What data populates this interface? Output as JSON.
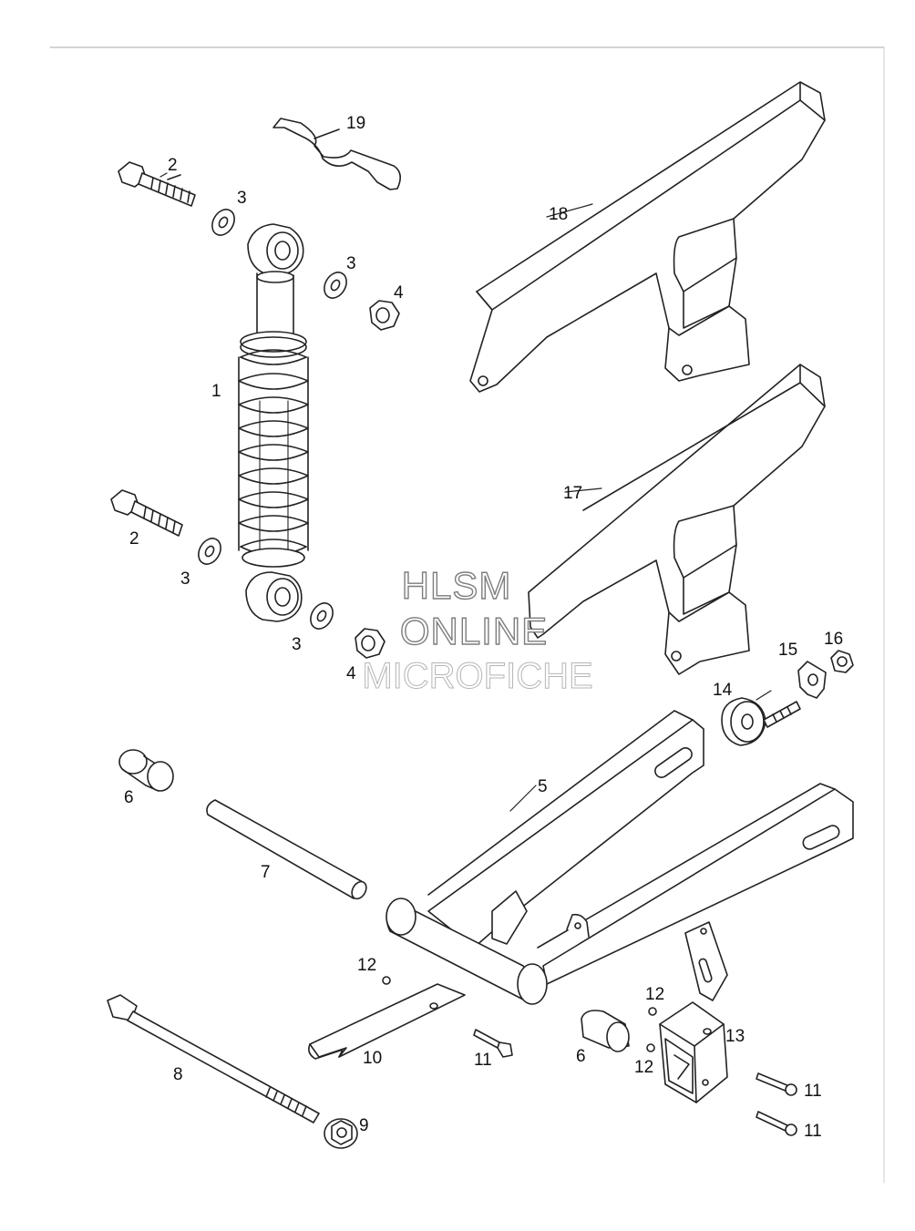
{
  "diagram": {
    "callouts": [
      {
        "id": "c19",
        "text": "19"
      },
      {
        "id": "c2a",
        "text": "2"
      },
      {
        "id": "c3a",
        "text": "3"
      },
      {
        "id": "c18",
        "text": "18"
      },
      {
        "id": "c3b",
        "text": "3"
      },
      {
        "id": "c4a",
        "text": "4"
      },
      {
        "id": "c1",
        "text": "1"
      },
      {
        "id": "c17",
        "text": "17"
      },
      {
        "id": "c2b",
        "text": "2"
      },
      {
        "id": "c3c",
        "text": "3"
      },
      {
        "id": "c3d",
        "text": "3"
      },
      {
        "id": "c4b",
        "text": "4"
      },
      {
        "id": "c15",
        "text": "15"
      },
      {
        "id": "c16",
        "text": "16"
      },
      {
        "id": "c14",
        "text": "14"
      },
      {
        "id": "c6a",
        "text": "6"
      },
      {
        "id": "c5",
        "text": "5"
      },
      {
        "id": "c7",
        "text": "7"
      },
      {
        "id": "c12a",
        "text": "12"
      },
      {
        "id": "c12b",
        "text": "12"
      },
      {
        "id": "c13",
        "text": "13"
      },
      {
        "id": "c8",
        "text": "8"
      },
      {
        "id": "c10",
        "text": "10"
      },
      {
        "id": "c11a",
        "text": "11"
      },
      {
        "id": "c6b",
        "text": "6"
      },
      {
        "id": "c12c",
        "text": "12"
      },
      {
        "id": "c11b",
        "text": "11"
      },
      {
        "id": "c9",
        "text": "9"
      },
      {
        "id": "c11c",
        "text": "11"
      }
    ],
    "watermark": {
      "line1": "HLSM",
      "line2": "ONLINE",
      "line3": "MICROFICHE"
    }
  }
}
